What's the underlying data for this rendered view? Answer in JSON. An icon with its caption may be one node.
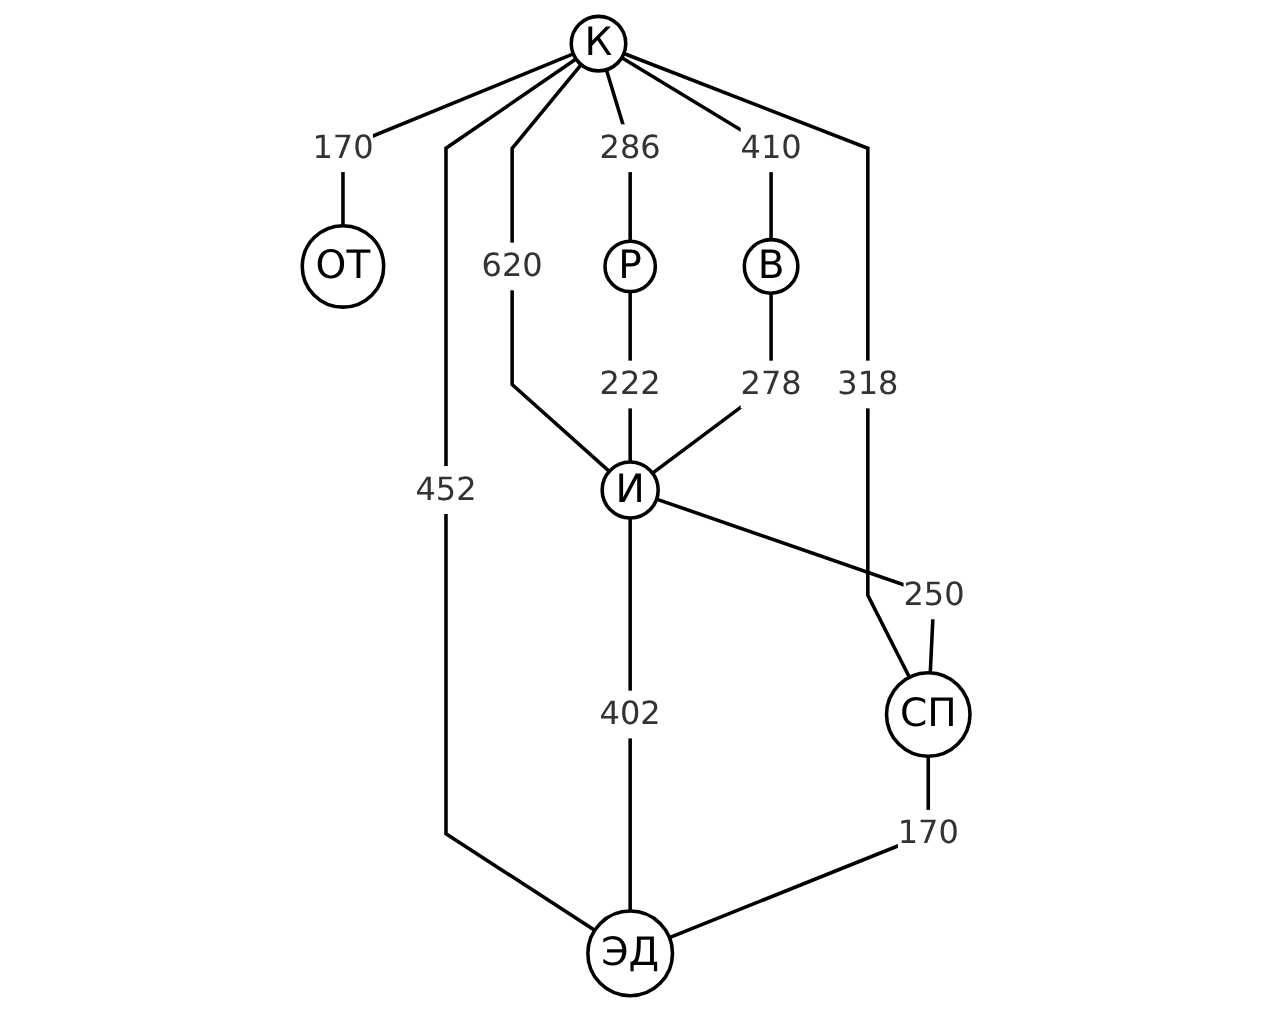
{
  "diagram": {
    "nodes": [
      {
        "text": [
          "К"
        ]
      },
      {
        "text": [
          "ОТ"
        ]
      },
      {
        "text": [
          "Р"
        ]
      },
      {
        "text": [
          "В"
        ]
      },
      {
        "text": [
          "И"
        ]
      },
      {
        "text": [
          "СП"
        ]
      },
      {
        "text": [
          "ЭД"
        ]
      }
    ],
    "edges": [
      {
        "from": 0,
        "to": 1,
        "arrow": "none",
        "label": "170"
      },
      {
        "from": 0,
        "to": 2,
        "arrow": "none",
        "label": "286"
      },
      {
        "from": 0,
        "to": 3,
        "arrow": "none",
        "label": "410"
      },
      {
        "from": 0,
        "to": 4,
        "arrow": "none",
        "label": "620"
      },
      {
        "from": 0,
        "to": 5,
        "arrow": "none",
        "label": "318"
      },
      {
        "from": 0,
        "to": 6,
        "arrow": "none",
        "label": "452"
      },
      {
        "from": 2,
        "to": 4,
        "arrow": "none",
        "label": "222"
      },
      {
        "from": 3,
        "to": 4,
        "arrow": "none",
        "label": "278"
      },
      {
        "from": 4,
        "to": 5,
        "arrow": "none",
        "label": "250"
      },
      {
        "from": 4,
        "to": 6,
        "arrow": "none",
        "label": "402"
      },
      {
        "from": 5,
        "to": 6,
        "arrow": "none",
        "label": "170"
      }
    ]
  }
}
